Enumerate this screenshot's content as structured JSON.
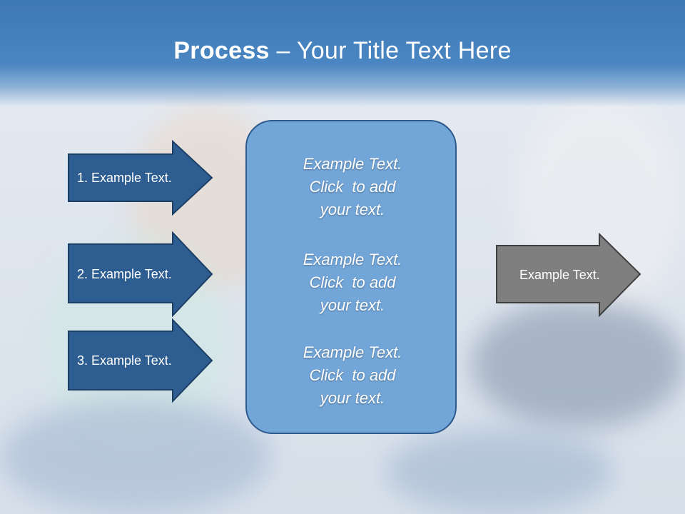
{
  "slide": {
    "title_bold": "Process",
    "title_rest": " – Your Title Text Here",
    "steps": [
      {
        "label": "1. Example Text."
      },
      {
        "label": "2. Example Text."
      },
      {
        "label": "3. Example Text."
      }
    ],
    "center_blocks": [
      {
        "line1": "Example Text.",
        "line2": "Click  to add",
        "line3": "your text."
      },
      {
        "line1": "Example Text.",
        "line2": "Click  to add",
        "line3": "your text."
      },
      {
        "line1": "Example Text.",
        "line2": "Click  to add",
        "line3": "your text."
      }
    ],
    "output_label": "Example Text."
  },
  "colors": {
    "title_bar": "#4a86c2",
    "step_arrow_fill": "#2e5e91",
    "step_arrow_stroke": "#1c3f66",
    "center_box_fill": "#73a6d8",
    "output_arrow_fill": "#7f7f7f"
  }
}
